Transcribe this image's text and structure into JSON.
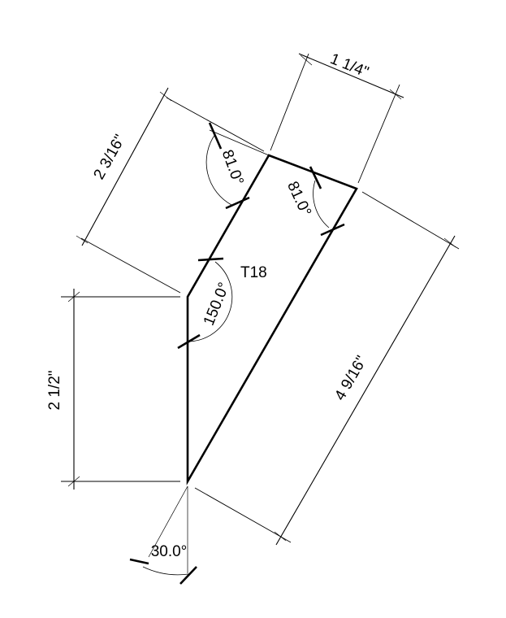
{
  "part": {
    "label": "T18"
  },
  "dimensions": {
    "top_width": "1 1/4\"",
    "left_upper": "2 3/16\"",
    "left_lower": "2 1/2\"",
    "right_length": "4 9/16\""
  },
  "angles": {
    "top_left": "81.0°",
    "top_right": "81.0°",
    "left_bend": "150.0°",
    "bottom": "30.0°"
  }
}
